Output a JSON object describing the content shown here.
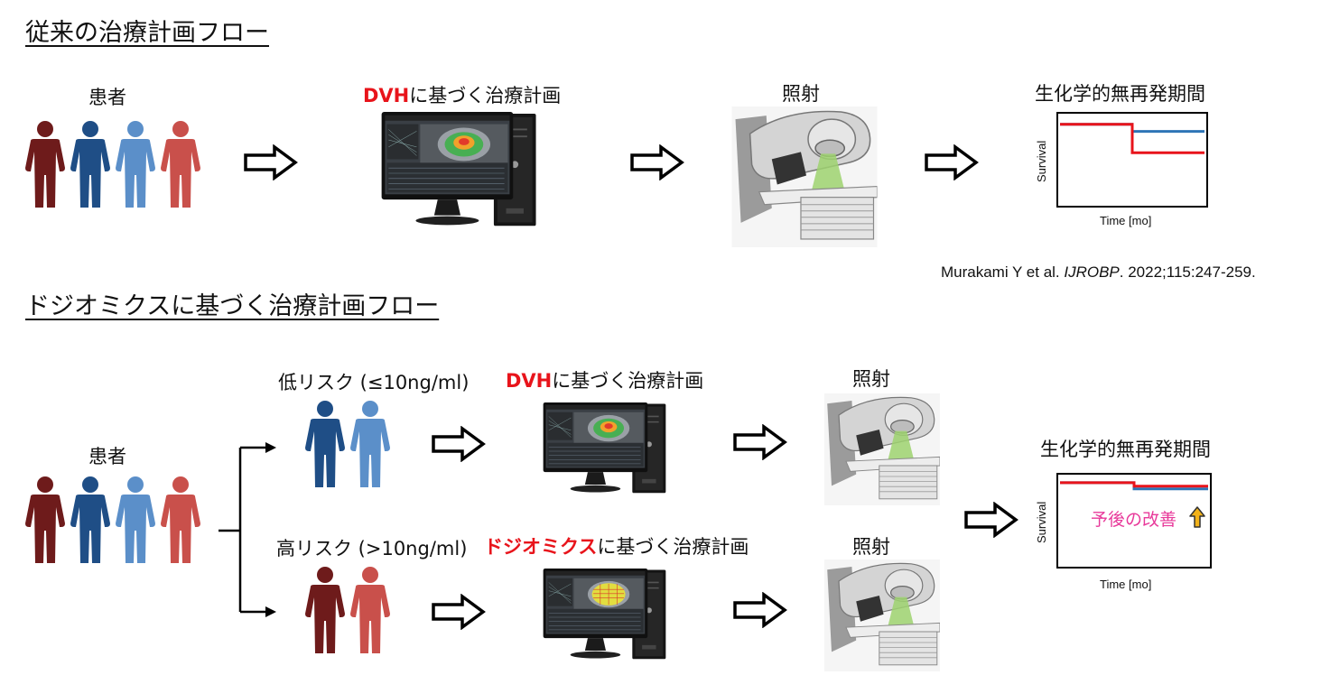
{
  "headings": {
    "conventional": "従来の治療計画フロー",
    "dosiomics": "ドジオミクスに基づく治療計画フロー"
  },
  "top": {
    "patients_label": "患者",
    "plan_label_highlight": "DVH",
    "plan_label_rest": "に基づく治療計画",
    "irradiation_label": "照射",
    "outcome_label": "生化学的無再発期間",
    "chart_ylabel": "Survival",
    "chart_xlabel": "Time [mo]"
  },
  "reference": {
    "authors": "Murakami Y et al. ",
    "journal": "IJROBP",
    "rest": ". 2022;115:247-259."
  },
  "bottom": {
    "patients_label": "患者",
    "low_risk_label": "低リスク (≤10ng/ml)",
    "high_risk_label": "高リスク (>10ng/ml)",
    "low_plan_highlight": "DVH",
    "low_plan_rest": "に基づく治療計画",
    "high_plan_highlight": "ドジオミクス",
    "high_plan_rest": "に基づく治療計画",
    "irradiation_label_low": "照射",
    "irradiation_label_high": "照射",
    "outcome_label": "生化学的無再発期間",
    "chart_ylabel": "Survival",
    "chart_xlabel": "Time [mo]",
    "prognosis_label": "予後の改善"
  },
  "colors": {
    "patient_dark_red": "#6e1b1b",
    "patient_dark_blue": "#1f4e86",
    "patient_light_blue": "#5b8fc9",
    "patient_red": "#c9504b",
    "highlight_red": "#e8141b",
    "curve_blue": "#2e75b6",
    "curve_red": "#e8141b",
    "prognosis_pink": "#e8399a",
    "arrow_up_fill": "#f2b21a"
  },
  "icons": {
    "patient": "person-icon",
    "flow_arrow": "hollow-right-arrow-icon",
    "workstation": "computer-workstation-icon",
    "linac": "linear-accelerator-icon",
    "improvement": "up-arrow-icon"
  },
  "chart_data": [
    {
      "type": "line",
      "title": "生化学的無再発期間",
      "xlabel": "Time [mo]",
      "ylabel": "Survival",
      "x": [
        0,
        0.5,
        0.5,
        1
      ],
      "series": [
        {
          "color": "#2e75b6",
          "values": [
            0.9,
            0.9,
            0.82,
            0.82
          ]
        },
        {
          "color": "#e8141b",
          "values": [
            0.9,
            0.9,
            0.58,
            0.58
          ]
        }
      ],
      "ylim": [
        0,
        1
      ],
      "xlim": [
        0,
        1
      ],
      "grid": false
    },
    {
      "type": "line",
      "title": "生化学的無再発期間",
      "xlabel": "Time [mo]",
      "ylabel": "Survival",
      "annotation": "予後の改善",
      "x": [
        0,
        0.5,
        0.5,
        1
      ],
      "series": [
        {
          "color": "#2e75b6",
          "values": [
            0.93,
            0.93,
            0.86,
            0.86
          ]
        },
        {
          "color": "#e8141b",
          "values": [
            0.93,
            0.93,
            0.89,
            0.89
          ]
        }
      ],
      "ylim": [
        0,
        1
      ],
      "xlim": [
        0,
        1
      ],
      "grid": false
    }
  ]
}
